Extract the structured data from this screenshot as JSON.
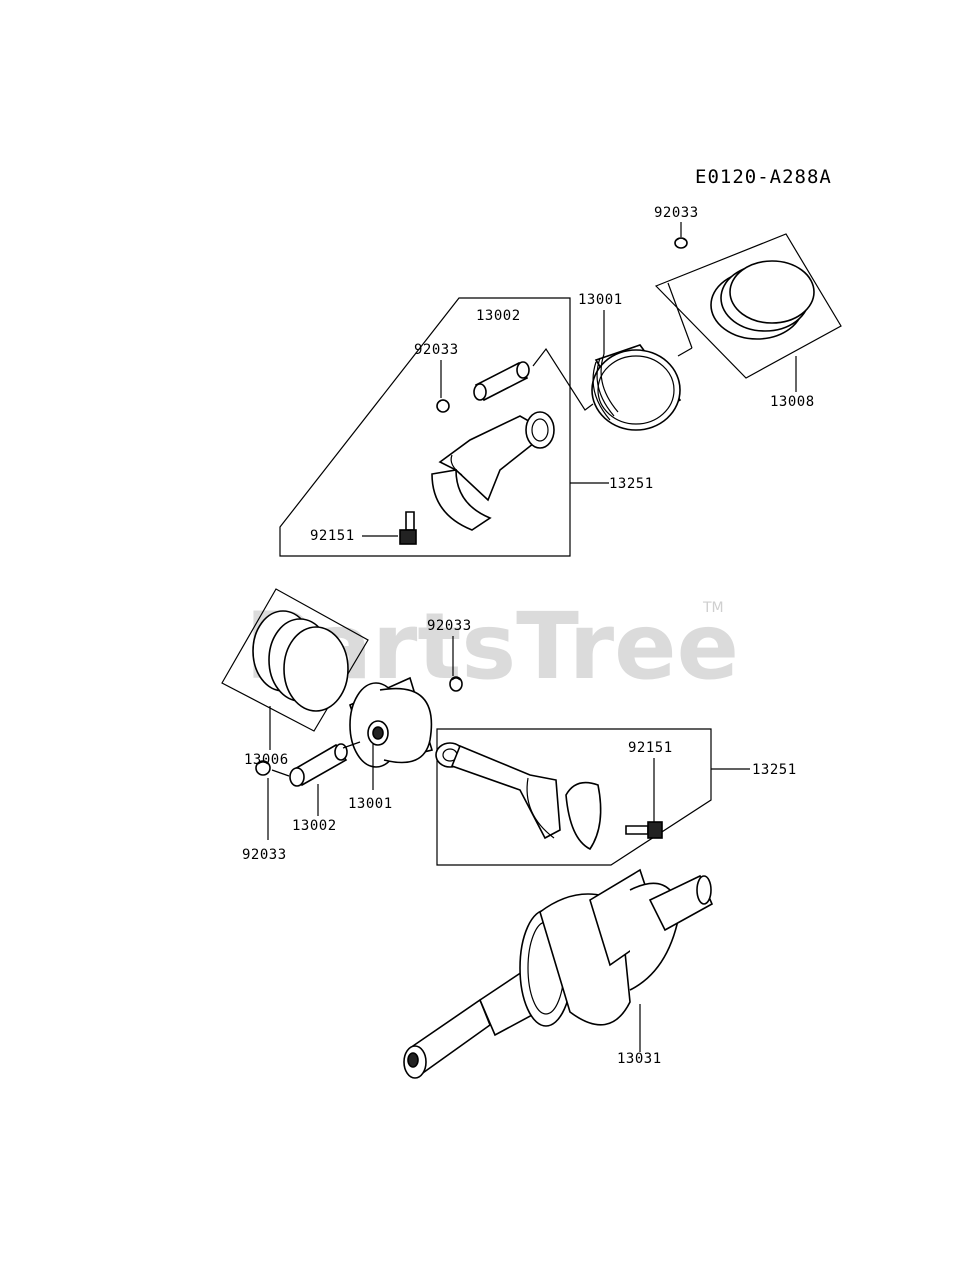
{
  "diagram": {
    "code": "E0120-A288A",
    "watermark": "PartsTree",
    "trademark": "TM",
    "upper_group": {
      "clip_top": "92033",
      "clip_left": "92033",
      "pin": "13002",
      "piston": "13001",
      "rings": "13008",
      "con_rod": "13251",
      "bolt": "92151"
    },
    "lower_group": {
      "rings": "13006",
      "clip_right": "92033",
      "piston": "13001",
      "pin": "13002",
      "clip_bottom": "92033",
      "bolt": "92151",
      "con_rod": "13251",
      "crankshaft": "13031"
    }
  }
}
